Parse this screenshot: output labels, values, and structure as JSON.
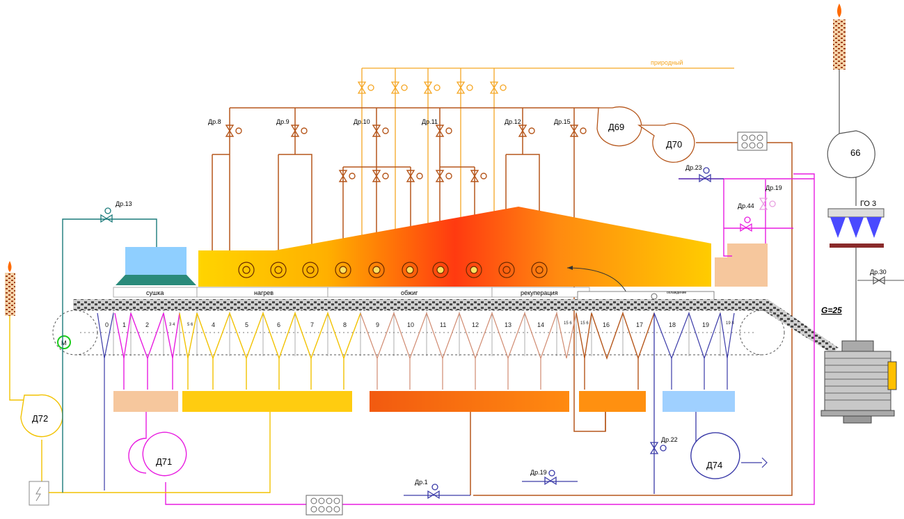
{
  "gas_label": "природный",
  "zones": [
    "сушка",
    "нагрев",
    "обжиг",
    "рекуперация",
    "охлаждение"
  ],
  "chambers": [
    "0",
    "1",
    "2",
    "3\n4",
    "5\n6",
    "4",
    "5",
    "6",
    "7",
    "8",
    "9",
    "10",
    "11",
    "12",
    "13",
    "14",
    "15\n6",
    "15\n6",
    "16",
    "17",
    "18",
    "19",
    "19\n8"
  ],
  "fans": {
    "d69": "Д69",
    "d70": "Д70",
    "d72": "Д72",
    "d71": "Д71",
    "d74": "Д74",
    "f66": "66"
  },
  "valves": {
    "dr1": "Др.1",
    "dr8": "Др.8",
    "dr9": "Др.9",
    "dr10": "Др.10",
    "dr11": "Др.11",
    "dr12": "Др.12",
    "dr13": "Др.13",
    "dr15": "Др.15",
    "dr19a": "Др.19",
    "dr19b": "Др.19",
    "dr22": "Др.22",
    "dr23": "Др.23",
    "dr30": "Др.30",
    "dr44": "Др.44"
  },
  "go3": "ГО 3",
  "g_value": "G=25",
  "motor": "M",
  "colors": {
    "brown": "#b5561b",
    "orange_gas": "#f5a623",
    "magenta": "#e81ce0",
    "yellow": "#f2c200",
    "blue": "#3a3aa8",
    "teal": "#1a7a7a",
    "peach": "#f6c79d",
    "light_blue": "#9fd0ff"
  }
}
